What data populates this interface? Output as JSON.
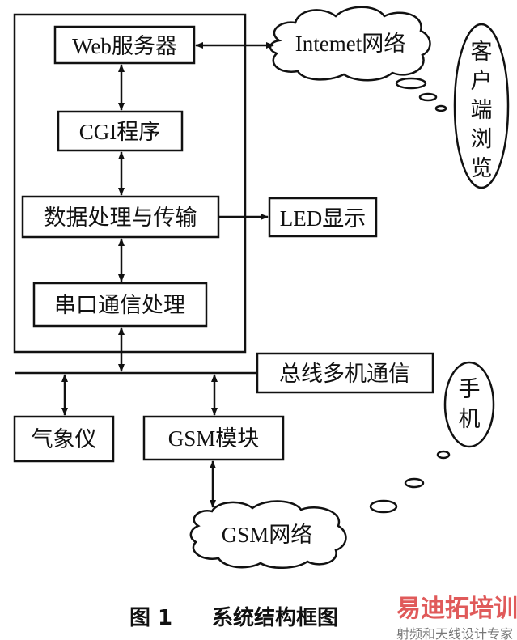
{
  "nodes": {
    "web_server": "Web服务器",
    "cgi": "CGI程序",
    "data_proc": "数据处理与传输",
    "serial": "串口通信处理",
    "internet": "Intemet网络",
    "client": [
      "客",
      "户",
      "端",
      "浏",
      "览"
    ],
    "led": "LED显示",
    "bus": "总线多机通信",
    "phone": [
      "手",
      "机"
    ],
    "weather": "气象仪",
    "gsm_module": "GSM模块",
    "gsm_net": "GSM网络"
  },
  "caption": {
    "number": "图 1",
    "title": "系统结构框图"
  },
  "watermark": {
    "brand": "易迪拓培训",
    "slogan": "射频和天线设计专家"
  }
}
